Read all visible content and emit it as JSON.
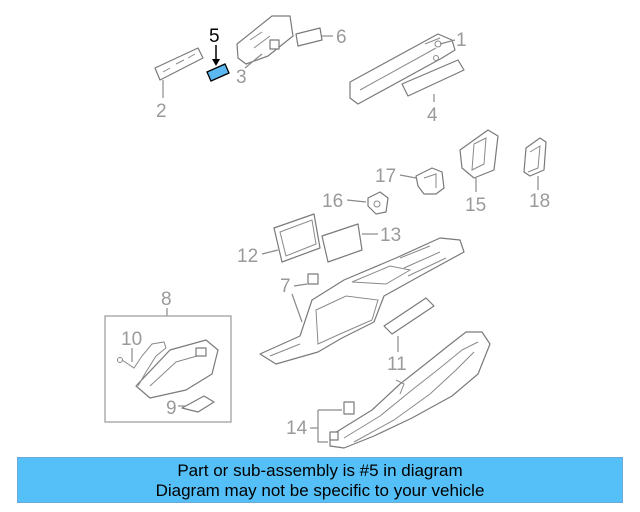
{
  "callouts": {
    "c1": "1",
    "c2": "2",
    "c3": "3",
    "c4": "4",
    "c5": "5",
    "c6": "6",
    "c7": "7",
    "c8": "8",
    "c9": "9",
    "c10": "10",
    "c11": "11",
    "c12": "12",
    "c13": "13",
    "c14": "14",
    "c15": "15",
    "c16": "16",
    "c17": "17",
    "c18": "18"
  },
  "highlight": {
    "part_number": "5",
    "color": "#5bb8f0"
  },
  "banner": {
    "line1": "Part or sub-assembly is #5 in diagram",
    "line2": "Diagram may not be specific to your vehicle",
    "background": "#55bff7"
  }
}
